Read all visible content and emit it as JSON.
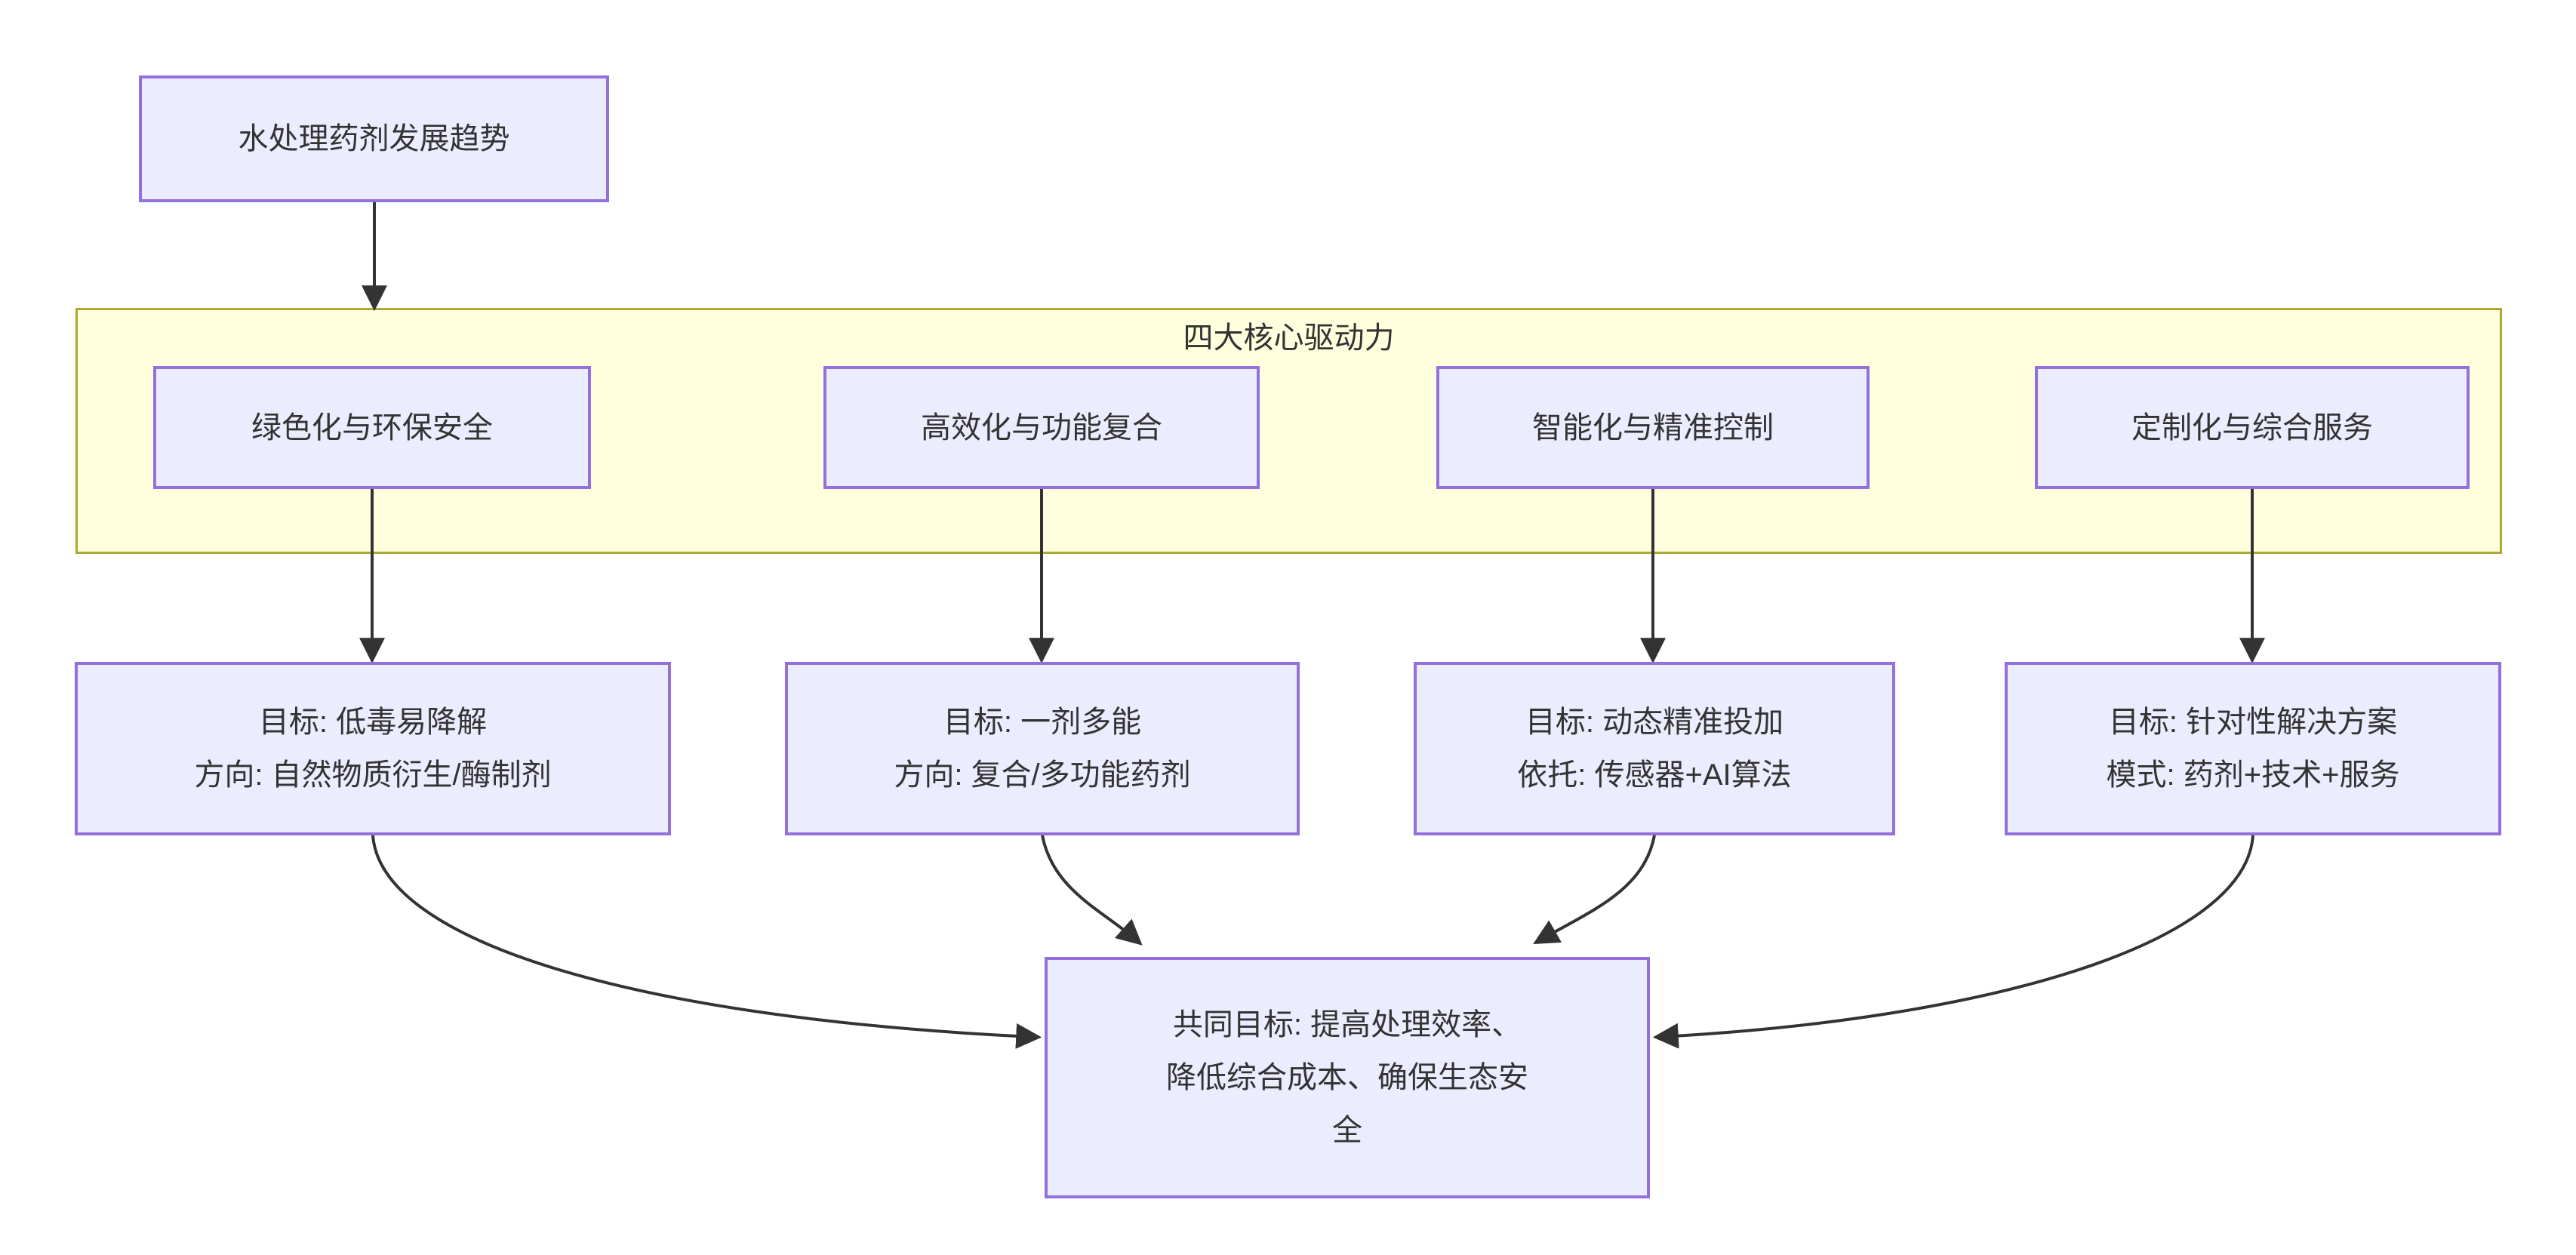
{
  "diagram": {
    "root_node": {
      "id": "root",
      "label": "水处理药剂发展趋势"
    },
    "cluster": {
      "id": "cluster",
      "title": "四大核心驱动力"
    },
    "drivers": [
      {
        "id": "driver-1",
        "name": "绿色化与环保安全",
        "detail_line1": "目标: 低毒易降解",
        "detail_line2": "方向: 自然物质衍生/酶制剂"
      },
      {
        "id": "driver-2",
        "name": "高效化与功能复合",
        "detail_line1": "目标: 一剂多能",
        "detail_line2": "方向: 复合/多功能药剂"
      },
      {
        "id": "driver-3",
        "name": "智能化与精准控制",
        "detail_line1": "目标: 动态精准投加",
        "detail_line2": "依托: 传感器+AI算法"
      },
      {
        "id": "driver-4",
        "name": "定制化与综合服务",
        "detail_line1": "目标: 针对性解决方案",
        "detail_line2": "模式: 药剂+技术+服务"
      }
    ],
    "goal_node": {
      "id": "goal",
      "label": "共同目标: 提高处理效率、降低综合成本、确保生态安全"
    },
    "edges": [
      {
        "from": "root",
        "to": "cluster"
      },
      {
        "from": "driver-1",
        "to": "driver-1-detail"
      },
      {
        "from": "driver-2",
        "to": "driver-2-detail"
      },
      {
        "from": "driver-3",
        "to": "driver-3-detail"
      },
      {
        "from": "driver-4",
        "to": "driver-4-detail"
      },
      {
        "from": "driver-1-detail",
        "to": "goal"
      },
      {
        "from": "driver-2-detail",
        "to": "goal"
      },
      {
        "from": "driver-3-detail",
        "to": "goal"
      },
      {
        "from": "driver-4-detail",
        "to": "goal"
      }
    ],
    "colors": {
      "node_fill": "#ECECFF",
      "node_border": "#9370DB",
      "cluster_fill": "#FFFFDE",
      "cluster_border": "#AAAA33",
      "edge": "#333333",
      "text": "#333333",
      "background": "#FFFFFF"
    }
  }
}
